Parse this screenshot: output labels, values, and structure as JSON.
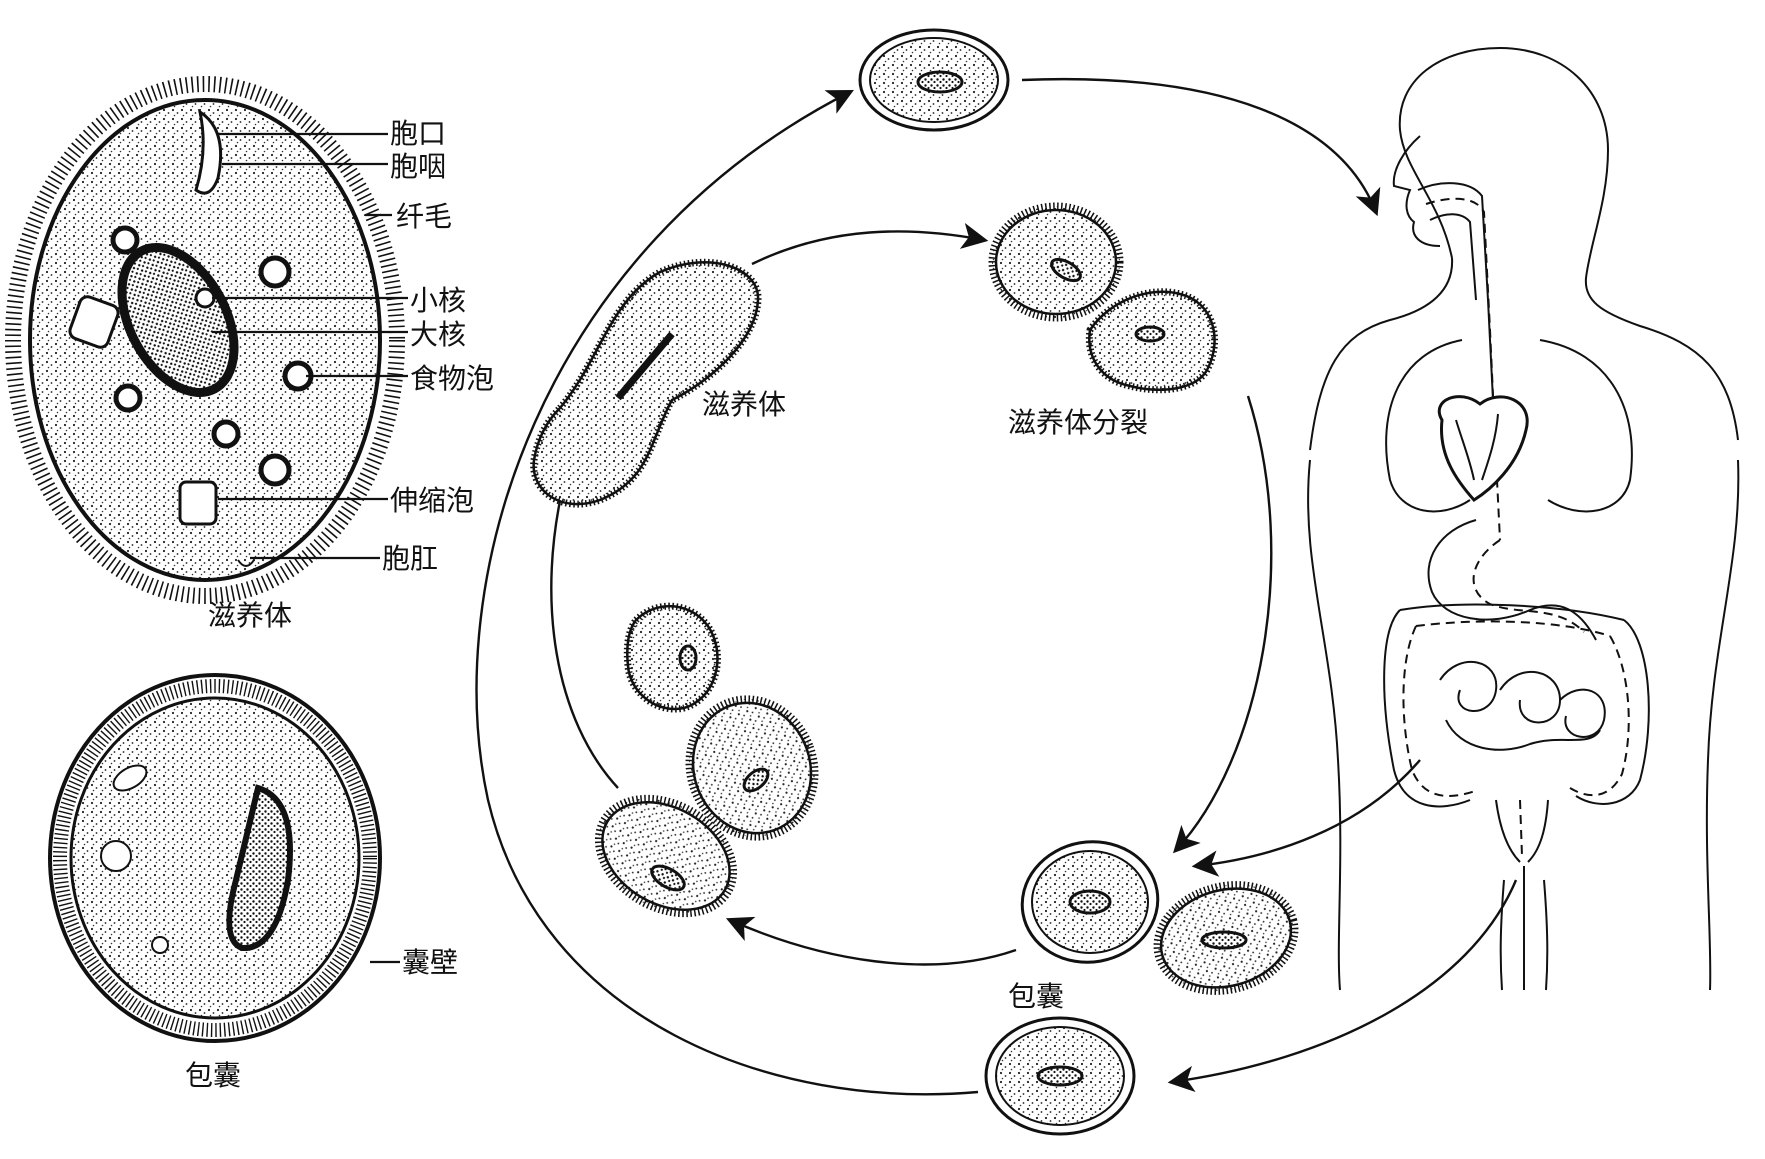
{
  "trophozoite_labels": {
    "cytostome": "胞口",
    "cytopharynx": "胞咽",
    "cilia": "纤毛",
    "micronucleus": "小核",
    "macronucleus": "大核",
    "food_vacuole": "食物泡",
    "contractile_vacuole": "伸缩泡",
    "cytopyge": "胞肛",
    "caption": "滋养体"
  },
  "cyst_labels": {
    "cyst_wall": "囊壁",
    "caption": "包囊"
  },
  "cycle_labels": {
    "trophozoite": "滋养体",
    "division": "滋养体分裂",
    "cyst": "包囊"
  },
  "colors": {
    "ink": "#111111",
    "background": "#ffffff"
  }
}
